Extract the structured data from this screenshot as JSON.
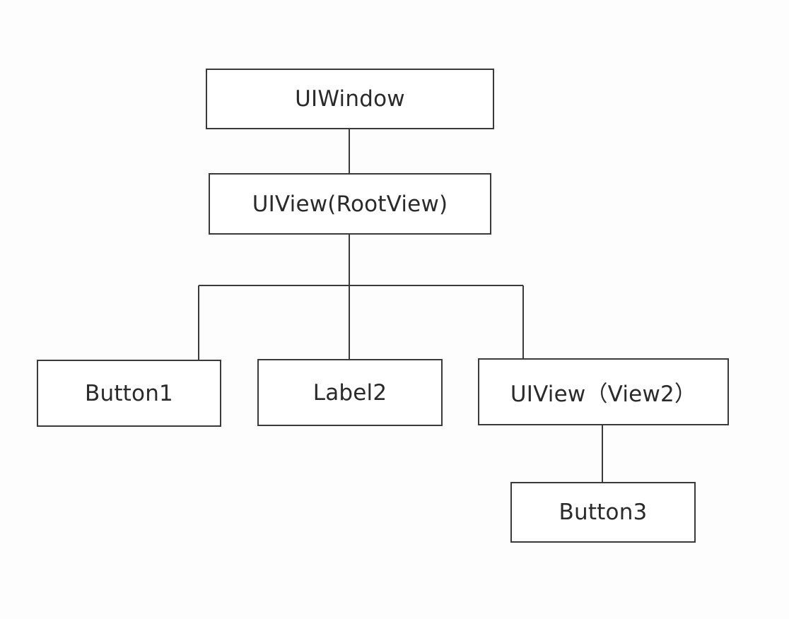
{
  "diagram": {
    "nodes": {
      "uiwindow": "UIWindow",
      "rootview": "UIView(RootView)",
      "button1": "Button1",
      "label2": "Label2",
      "view2": "UIView（View2）",
      "button3": "Button3"
    },
    "edges": [
      [
        "UIWindow",
        "UIView(RootView)"
      ],
      [
        "UIView(RootView)",
        "Button1"
      ],
      [
        "UIView(RootView)",
        "Label2"
      ],
      [
        "UIView(RootView)",
        "UIView（View2）"
      ],
      [
        "UIView（View2）",
        "Button3"
      ]
    ]
  }
}
